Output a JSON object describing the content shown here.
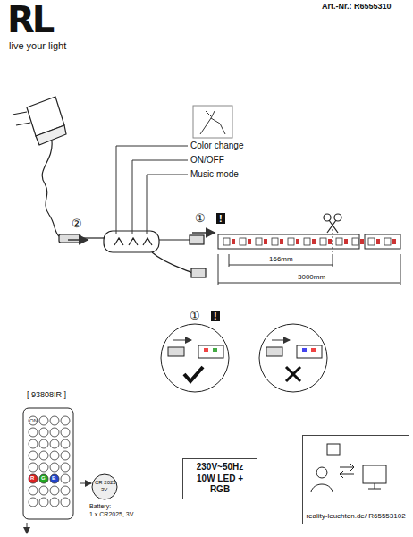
{
  "diagram": {
    "nodes": [
      {
        "text": [
          "230V~50Hz 10W LED + RGB"
        ]
      },
      {
        "text": [
          "reality-leuchten.de/ R65553102"
        ]
      }
    ],
    "labels": [
      "RL",
      "live your light",
      "Art.-Nr.: R6555310",
      "Color change",
      "ON/OFF",
      "Music mode",
      "②",
      "①",
      "!",
      "166mm",
      "3000mm",
      "①",
      "!",
      "[ 93808IR ]",
      "ON",
      "R",
      "G",
      "B",
      "CR 2025",
      "3V",
      "Battery:",
      "1 x CR2025, 3V"
    ]
  }
}
